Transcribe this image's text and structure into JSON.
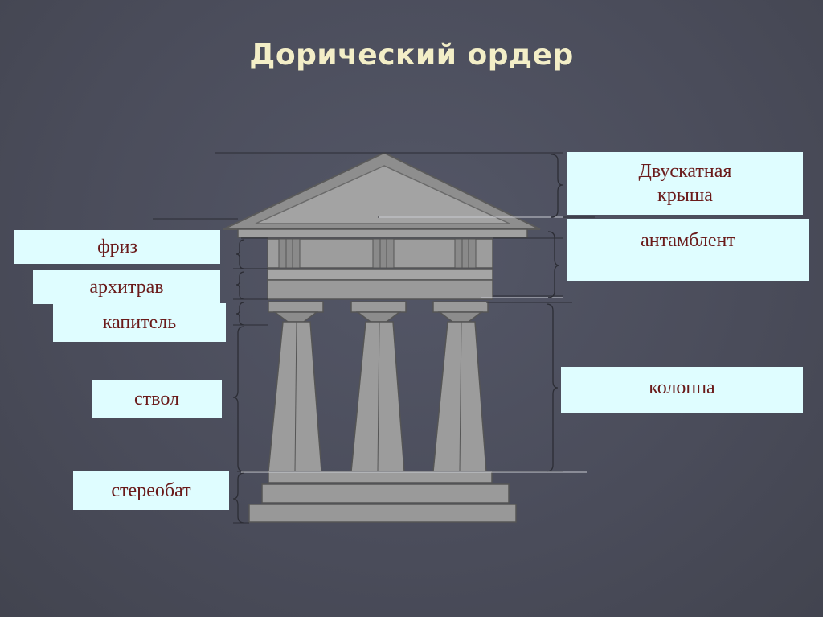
{
  "title": "Дорический ордер",
  "labels": {
    "roof_line1": "Двускатная",
    "roof_line2": "крыша",
    "entablature": "антамблент",
    "column": "колонна",
    "frieze": "фриз",
    "architrave": "архитрав",
    "capital": "капитель",
    "shaft": "ствол",
    "stylobate": "стереобат"
  },
  "colors": {
    "background": "#4a4c5a",
    "title": "#f3eec7",
    "label_bg": "#dffdff",
    "label_text": "#6a1a1a",
    "stone": "#9a9a9a"
  }
}
